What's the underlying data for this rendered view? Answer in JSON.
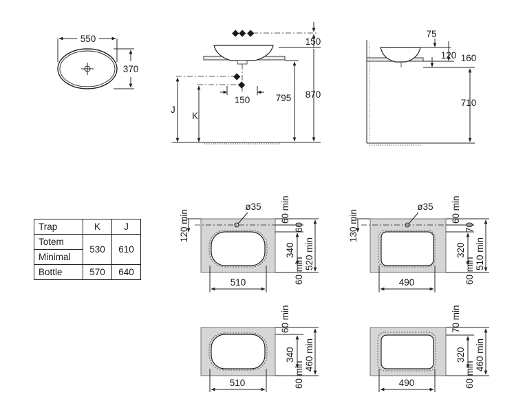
{
  "top_view": {
    "width": "550",
    "depth": "370"
  },
  "front_view": {
    "waste_offset_top": "150",
    "waste_offset_bottom": "150",
    "j_label": "J",
    "k_label": "K",
    "dim_795": "795",
    "dim_870": "870"
  },
  "side_view": {
    "dim_75": "75",
    "dim_120": "120",
    "dim_160": "160",
    "dim_710": "710"
  },
  "table": {
    "headers": [
      "Trap",
      "K",
      "J"
    ],
    "rows": [
      {
        "label_line1": "Totem",
        "label_line2": "Minimal",
        "k": "530",
        "j": "610"
      },
      {
        "label": "Bottle",
        "k": "570",
        "j": "640"
      }
    ]
  },
  "cutout_a": {
    "tap_hole": "ø35",
    "top_min": "120 min",
    "right_top": "60 min",
    "right_60": "60",
    "height": "340",
    "total": "520 min",
    "bottom_min": "60 min",
    "width": "510"
  },
  "cutout_b": {
    "tap_hole": "ø35",
    "top_min": "130 min",
    "right_top": "60 min",
    "right_70": "70",
    "height": "320",
    "total": "510 min",
    "bottom_min": "60 min",
    "width": "490"
  },
  "cutout_c": {
    "right_top": "60 min",
    "height": "340",
    "total": "460 min",
    "bottom_min": "60 min",
    "width": "510"
  },
  "cutout_d": {
    "right_top": "70 min",
    "height": "320",
    "total": "460 min",
    "bottom_min": "60 min",
    "width": "490"
  }
}
